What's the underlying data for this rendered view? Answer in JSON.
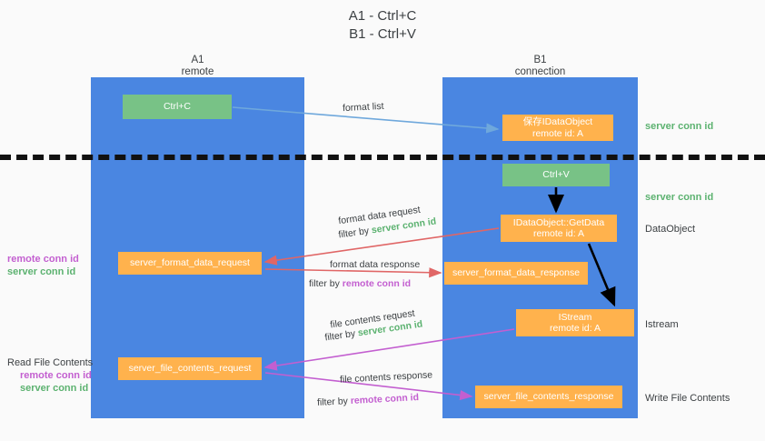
{
  "title": {
    "line1": "A1 - Ctrl+C",
    "line2": "B1 - Ctrl+V"
  },
  "colors": {
    "lane": "#4a86e1",
    "green_box": "#78c286",
    "orange_box": "#ffb24d",
    "server_conn_id": "#5cb270",
    "remote_conn_id": "#c35fd0",
    "blue_arrow": "#6fa8dc",
    "red_arrow": "#e06666",
    "magenta_arrow": "#c35fd0",
    "black_arrow": "#000000",
    "background": "#fafafa"
  },
  "columns": [
    {
      "name": "A1",
      "sub": "remote"
    },
    {
      "name": "B1",
      "sub": "connection"
    }
  ],
  "boxes": {
    "ctrl_c": "Ctrl+C",
    "idataobject": "保存IDataObject\nremote id: A",
    "idataobject_line1": "保存IDataObject",
    "idataobject_line2": "remote id: A",
    "ctrl_v": "Ctrl+V",
    "getdata_line1": "IDataObject::GetData",
    "getdata_line2": "remote id: A",
    "server_format_data_request": "server_format_data_request",
    "server_format_data_response": "server_format_data_response",
    "istream_line1": "IStream",
    "istream_line2": "remote id: A",
    "server_file_contents_request": "server_file_contents_request",
    "server_file_contents_response": "server_file_contents_response"
  },
  "captions": {
    "format_list": "format list",
    "format_data_request": "format data request",
    "format_data_request_filter_prefix": "filter by ",
    "format_data_request_filter_value": "server conn id",
    "format_data_response": "format data response",
    "format_data_response_filter_prefix": "filter by ",
    "format_data_response_filter_value": "remote conn id",
    "file_contents_request": "file contents request",
    "file_contents_request_filter_prefix": "filter by ",
    "file_contents_request_filter_value": "server conn id",
    "file_contents_response": "file contents response",
    "file_contents_response_filter_prefix": "filter by ",
    "file_contents_response_filter_value": "remote conn id"
  },
  "side_labels": {
    "server_conn_id_top": "server conn id",
    "server_conn_id_mid": "server conn id",
    "dataobject": "DataObject",
    "istream": "Istream",
    "write_file_contents": "Write File Contents",
    "read_file_contents": "Read File Contents",
    "remote_conn_id": "remote conn id",
    "server_conn_id": "server conn id"
  }
}
